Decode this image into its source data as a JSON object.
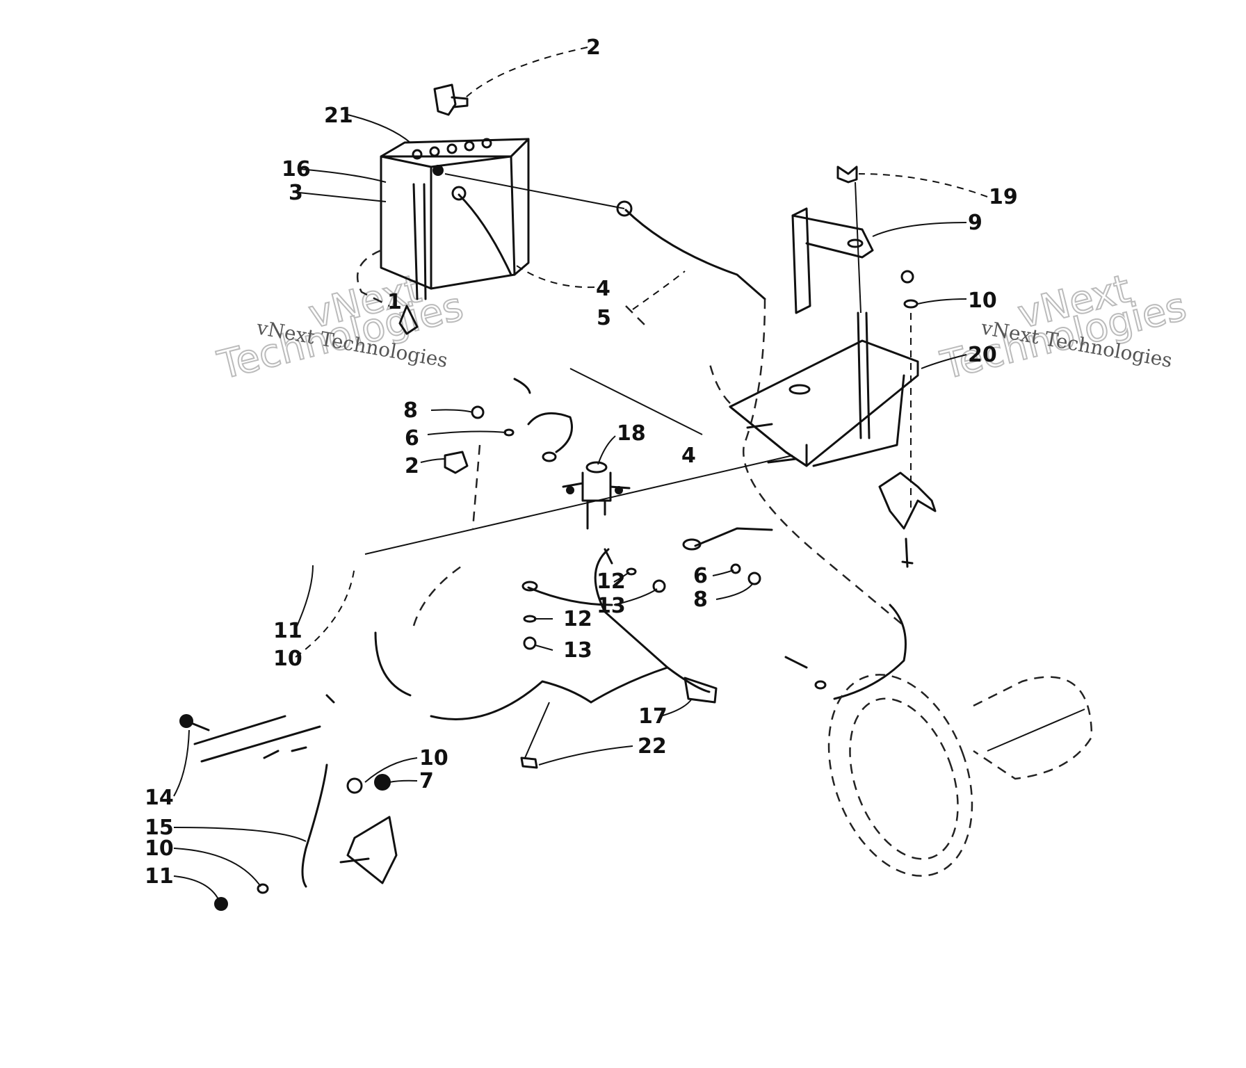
{
  "watermark": {
    "brand_line1": "vNext",
    "brand_line2": "Technologies",
    "caption": "vNext Technologies"
  },
  "callouts": [
    "2",
    "21",
    "16",
    "3",
    "1",
    "4",
    "5",
    "19",
    "9",
    "10",
    "20",
    "8",
    "6",
    "2",
    "18",
    "4",
    "12",
    "13",
    "6",
    "8",
    "11",
    "10",
    "12",
    "13",
    "17",
    "22",
    "14",
    "15",
    "10",
    "7",
    "10",
    "11"
  ],
  "colors": {
    "ink": "#111111",
    "watermark": "#bbbbbb"
  }
}
